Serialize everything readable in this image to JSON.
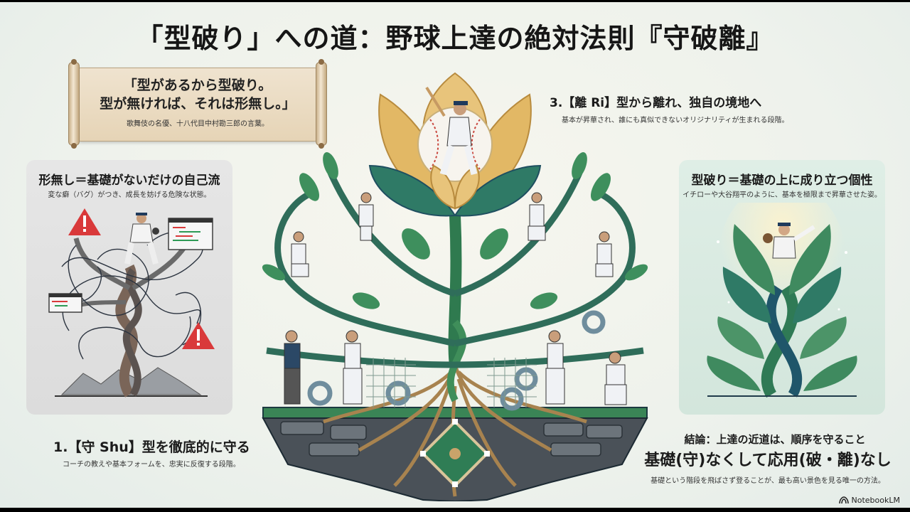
{
  "title": "「型破り」への道：野球上達の絶対法則『守破離』",
  "quote": {
    "line1": "「型があるから型破り。",
    "line2": "型が無ければ、それは形無し。」",
    "attribution": "歌舞伎の名優、十八代目中村勘三郎の言葉。"
  },
  "left_panel": {
    "title": "形無し＝基礎がないだけの自己流",
    "subtitle": "変な癖（バグ）がつき、成長を妨げる危険な状態。",
    "illustration": "tangled-tree-with-warnings",
    "colors": {
      "warning": "#d9393a",
      "code_green": "#2e9a55",
      "trunk": "#6b5a4e"
    }
  },
  "right_panel": {
    "title": "型破り＝基礎の上に成り立つ個性",
    "subtitle": "イチローや大谷翔平のように、基本を極限まで昇華させた姿。",
    "illustration": "twisting-leaf-plant-with-pitcher",
    "colors": {
      "leaf": "#3f8a5f",
      "leaf_dark": "#23566a",
      "glow": "#f3e2a8"
    }
  },
  "stage3": {
    "title": "3.【離 Ri】型から離れ、独自の境地へ",
    "subtitle": "基本が昇華され、誰にも真似できないオリジナリティが生まれる段階。"
  },
  "stage1": {
    "title": "1.【守 Shu】型を徹底的に守る",
    "subtitle": "コーチの教えや基本フォームを、忠実に反復する段階。"
  },
  "conclusion": {
    "heading": "結論：上達の近道は、順序を守ること",
    "main": "基礎(守)なくして応用(破・離)なし",
    "sub": "基礎という階段を飛ばさず登ることが、最も高い景色を見る唯一の方法。"
  },
  "center_illustration": {
    "description": "tree-with-golden-lotus-top-and-baseball-diamond-roots",
    "colors": {
      "stem": "#2f7a4f",
      "stem_dark": "#1f4f60",
      "lotus": "#e2b865",
      "root": "#a8834f",
      "rock": "#4a5158",
      "diamond": "#2f7d55"
    }
  },
  "brand": {
    "label": "NotebookLM",
    "icon": "notebooklm-logo-icon"
  }
}
